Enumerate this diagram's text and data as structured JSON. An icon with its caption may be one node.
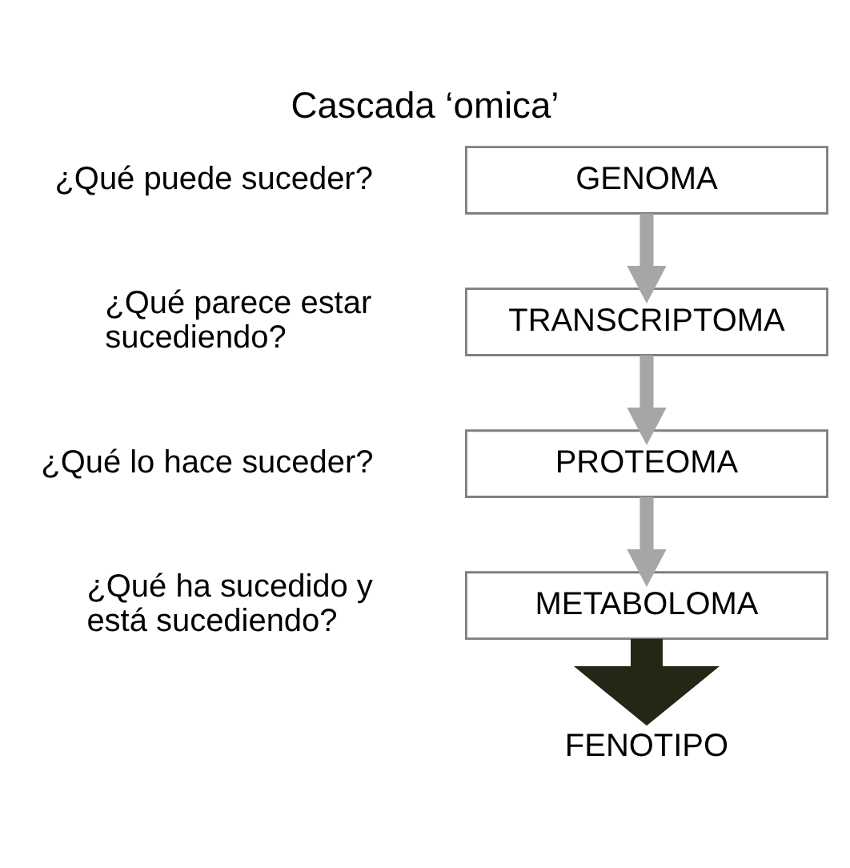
{
  "diagram": {
    "title": "Cascada ‘omica’",
    "nodes": [
      {
        "text": [
          "GENOMA"
        ],
        "beside": [
          "¿Qué puede suceder?"
        ]
      },
      {
        "text": [
          "TRANSCRIPTOMA"
        ],
        "beside": [
          "¿Qué parece estar sucediendo?"
        ]
      },
      {
        "text": [
          "PROTEOMA"
        ],
        "beside": [
          "¿Qué lo hace suceder?"
        ]
      },
      {
        "text": [
          "METABOLOMA"
        ],
        "beside": [
          "¿Qué ha sucedido y está sucediendo?"
        ]
      },
      {
        "text": [
          "FENOTIPO"
        ]
      }
    ],
    "edges": [
      {
        "from": 0,
        "to": 1,
        "arrow": "to",
        "color": "#a6a6a6"
      },
      {
        "from": 1,
        "to": 2,
        "arrow": "to",
        "color": "#a6a6a6"
      },
      {
        "from": 2,
        "to": 3,
        "arrow": "to",
        "color": "#a6a6a6"
      },
      {
        "from": 3,
        "to": 4,
        "arrow": "to",
        "style": "thick",
        "color": "#262617"
      }
    ]
  }
}
